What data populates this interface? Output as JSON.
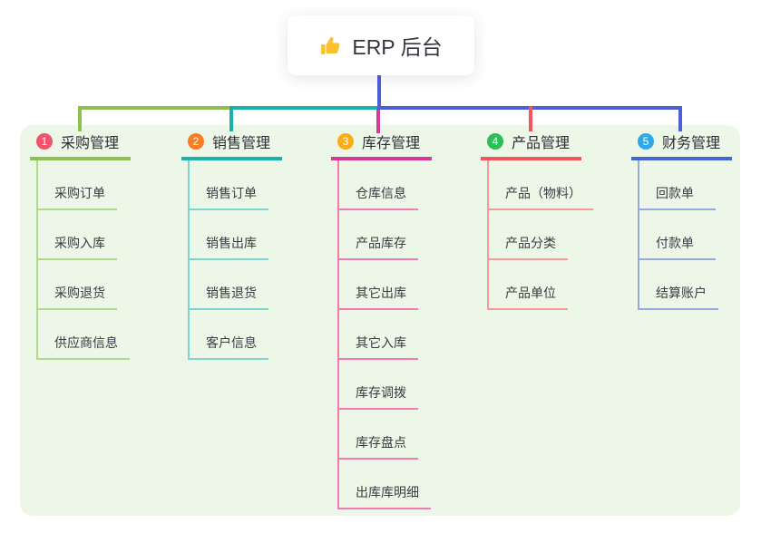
{
  "root": {
    "title": "ERP 后台",
    "icon": "thumbs-up-icon"
  },
  "colors": {
    "stem_blue": "#4C5FD6",
    "panel_bg": "#ECF7E8",
    "icon_gold": "#FBC02D"
  },
  "branches": [
    {
      "number": "1",
      "label": "采购管理",
      "colors": {
        "badge": "#F0536E",
        "accent": "#8DC04E",
        "light": "#B2DA8C"
      },
      "children": [
        "采购订单",
        "采购入库",
        "采购退货",
        "供应商信息"
      ]
    },
    {
      "number": "2",
      "label": "销售管理",
      "colors": {
        "badge": "#F87D24",
        "accent": "#19B2A8",
        "light": "#7DD6CE"
      },
      "children": [
        "销售订单",
        "销售出库",
        "销售退货",
        "客户信息"
      ]
    },
    {
      "number": "3",
      "label": "库存管理",
      "colors": {
        "badge": "#FBAD18",
        "accent": "#D53A94",
        "light": "#F27BB4"
      },
      "children": [
        "仓库信息",
        "产品库存",
        "其它出库",
        "其它入库",
        "库存调拨",
        "库存盘点",
        "出库库明细"
      ]
    },
    {
      "number": "4",
      "label": "产品管理",
      "colors": {
        "badge": "#2EBD59",
        "accent": "#F2555C",
        "light": "#F59A99"
      },
      "children": [
        "产品（物料）",
        "产品分类",
        "产品单位"
      ]
    },
    {
      "number": "5",
      "label": "财务管理",
      "colors": {
        "badge": "#2EA8E6",
        "accent": "#4467D2",
        "light": "#97A9E0"
      },
      "children": [
        "回款单",
        "付款单",
        "结算账户"
      ]
    }
  ]
}
